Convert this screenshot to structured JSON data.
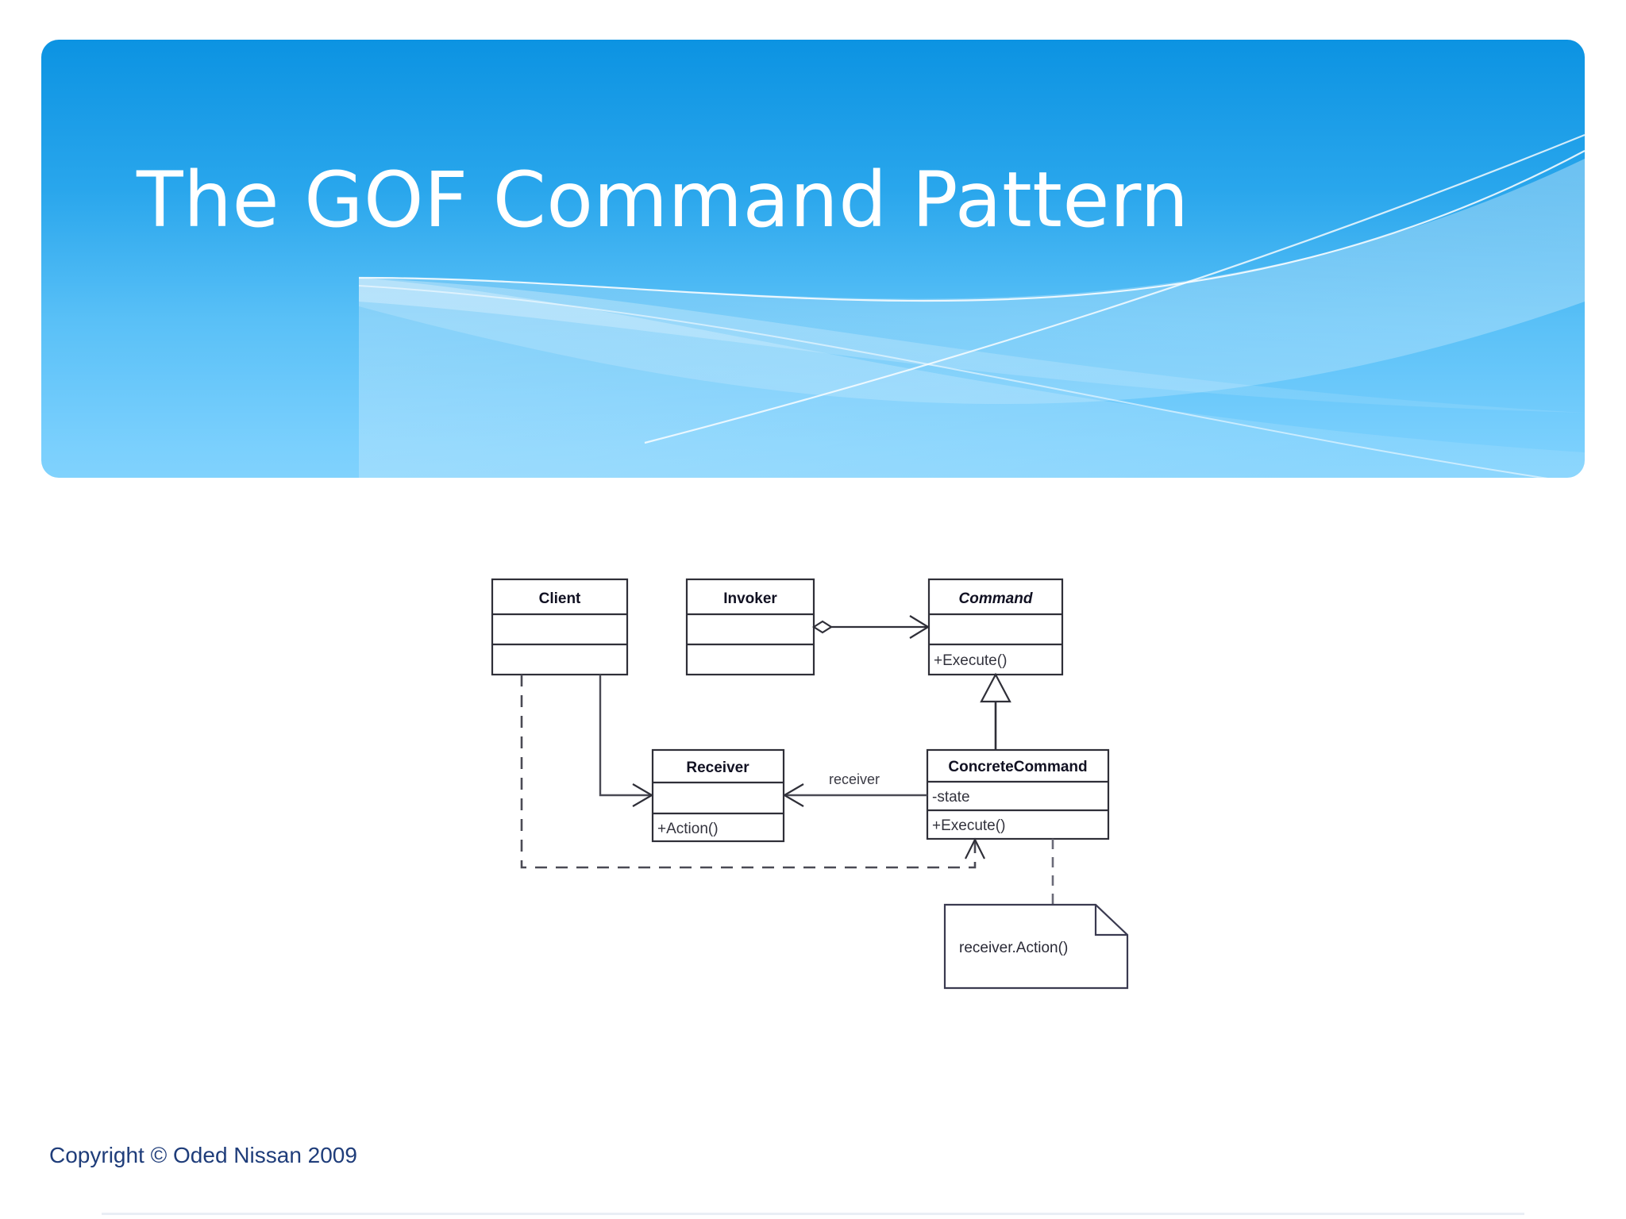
{
  "slide": {
    "title": "The GOF Command Pattern",
    "footer": "Copyright © Oded Nissan 2009",
    "colors": {
      "banner_top": "#0c93e2",
      "banner_bottom": "#80d2fd",
      "title_text": "#ffffff",
      "footer_text": "#1f3d7a",
      "diagram_line": "#3a3a44",
      "diagram_fill": "#ffffff"
    }
  },
  "diagram": {
    "kind": "uml-class-diagram",
    "classes": [
      {
        "id": "client",
        "name": "Client",
        "abstract": false,
        "attributes": [],
        "operations": []
      },
      {
        "id": "invoker",
        "name": "Invoker",
        "abstract": false,
        "attributes": [],
        "operations": []
      },
      {
        "id": "command",
        "name": "Command",
        "abstract": true,
        "attributes": [],
        "operations": [
          "+Execute()"
        ]
      },
      {
        "id": "receiver",
        "name": "Receiver",
        "abstract": false,
        "attributes": [],
        "operations": [
          "+Action()"
        ]
      },
      {
        "id": "concretecommand",
        "name": "ConcreteCommand",
        "abstract": false,
        "attributes": [
          "-state"
        ],
        "operations": [
          "+Execute()"
        ]
      }
    ],
    "relationships": [
      {
        "id": "invoker-command",
        "type": "aggregation",
        "from": "invoker",
        "to": "command",
        "label": ""
      },
      {
        "id": "concretecommand-command",
        "type": "generalization",
        "from": "concretecommand",
        "to": "command",
        "label": ""
      },
      {
        "id": "concretecommand-receiver",
        "type": "association",
        "from": "concretecommand",
        "to": "receiver",
        "label": "receiver"
      },
      {
        "id": "client-receiver",
        "type": "association",
        "from": "client",
        "to": "receiver",
        "label": ""
      },
      {
        "id": "client-concretecommand",
        "type": "dependency",
        "from": "client",
        "to": "concretecommand",
        "label": ""
      }
    ],
    "notes": [
      {
        "id": "note-execute-body",
        "text": "receiver.Action()",
        "anchored_to": "concretecommand"
      }
    ]
  }
}
